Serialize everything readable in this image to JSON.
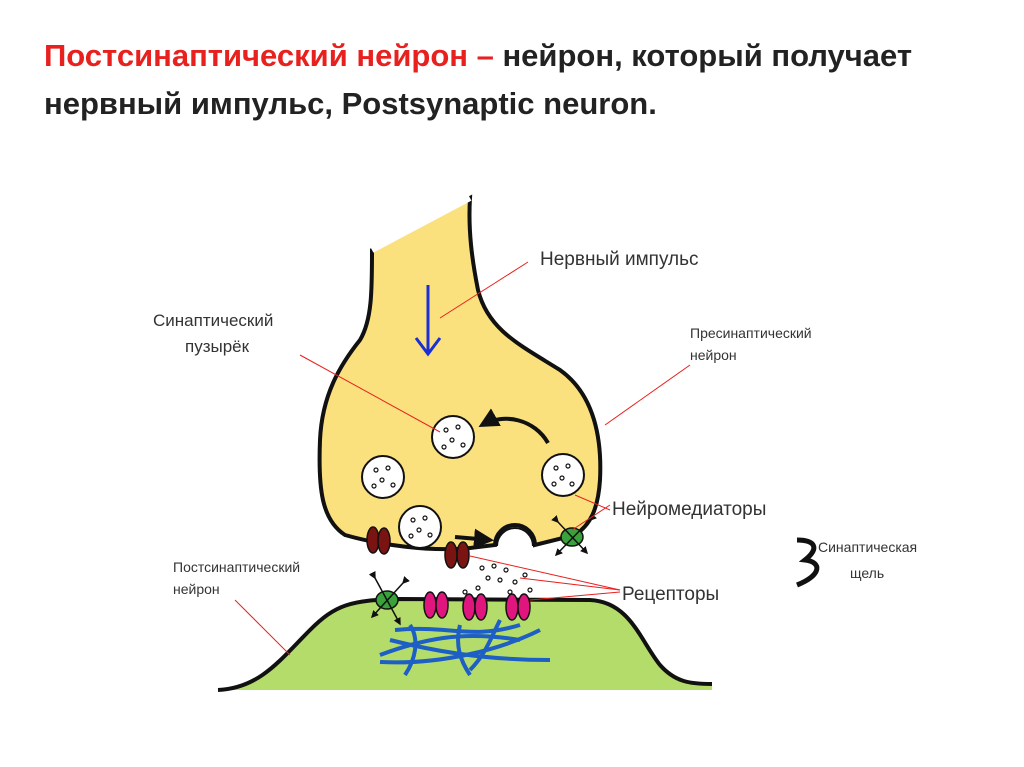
{
  "title": {
    "term": "Постсинаптический нейрон –",
    "definition": " нейрон, который получает нервный импульс, Postsynaptic neuron."
  },
  "labels": {
    "nerve_impulse": "Нервный импульс",
    "presynaptic_1": "Пресинаптический",
    "presynaptic_2": "нейрон",
    "vesicle_1": "Синаптический",
    "vesicle_2": "пузырёк",
    "neurotransmitters": "Нейромедиаторы",
    "receptors": "Рецепторы",
    "postsynaptic_1": "Постсинаптический",
    "postsynaptic_2": "нейрон",
    "cleft_1": "Синаптическая",
    "cleft_2": "щель"
  },
  "colors": {
    "presynaptic_fill": "#fbe07e",
    "postsynaptic_fill": "#b4dc6a",
    "title_accent": "#e8201e",
    "pointer_lines": "#e8201e",
    "impulse_arrow": "#1a2fd6",
    "receptor_dark": "#7a1412",
    "receptor_magenta": "#e0167e",
    "channel_green": "#3aa23a",
    "fibers": "#1d5fc4"
  }
}
